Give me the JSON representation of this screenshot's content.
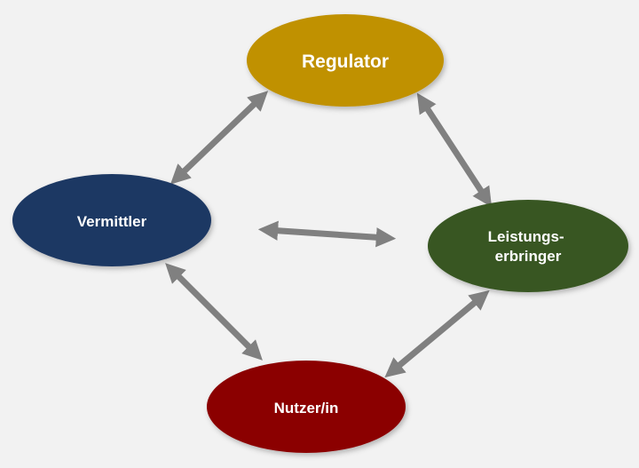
{
  "nodes": {
    "regulator": {
      "label": "Regulator",
      "color": "#c09100"
    },
    "vermittler": {
      "label": "Vermittler",
      "color": "#1f3864"
    },
    "leistungserbringer": {
      "lines": [
        "Leistungs-",
        "erbringer"
      ],
      "color": "#375623"
    },
    "nutzer": {
      "label": "Nutzer/in",
      "color": "#8b0000"
    }
  },
  "arrow_color": "#808080",
  "background_color": "#f2f2f2"
}
